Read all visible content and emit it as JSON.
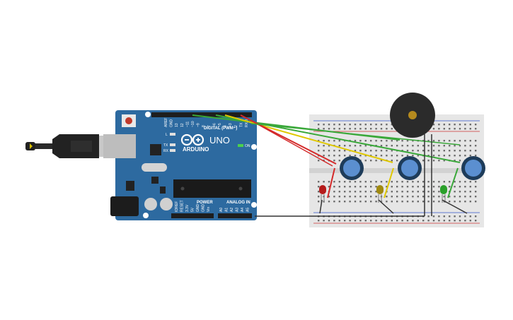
{
  "board": {
    "brand": "ARDUINO",
    "model": "UNO",
    "digital_label": "DIGITAL (PWM~)",
    "power_label": "POWER",
    "analog_label": "ANALOG IN",
    "on_label": "ON",
    "led_l": "L",
    "led_tx": "TX",
    "led_rx": "RX",
    "top_pins": [
      "AREF",
      "GND",
      "13",
      "12",
      "~11",
      "~10",
      "~9",
      "8",
      "7",
      "~6",
      "~5",
      "4",
      "~3",
      "2",
      "TX 1",
      "RX 0"
    ],
    "power_pins": [
      "IOREF",
      "RESET",
      "3.3V",
      "5V",
      "GND",
      "GND",
      "Vin"
    ],
    "analog_pins": [
      "A0",
      "A1",
      "A2",
      "A3",
      "A4",
      "A5"
    ]
  },
  "colors": {
    "board": "#2d6aa0",
    "board_dark": "#1f4f7a",
    "breadboard": "#e6e6e6",
    "wire_green": "#3aa83a",
    "wire_yellow": "#e0c800",
    "wire_red": "#d42a2a",
    "wire_black": "#333333",
    "pot": "#1e3c5a",
    "pot_knob": "#5b8fd0",
    "buzzer": "#2b2b2b",
    "led_red": "#b51c1c",
    "led_yellow": "#a08a10",
    "led_green": "#2aa02a"
  },
  "icons": {
    "usb": "usb-icon",
    "arduino_logo": "infinity-logo-icon"
  }
}
